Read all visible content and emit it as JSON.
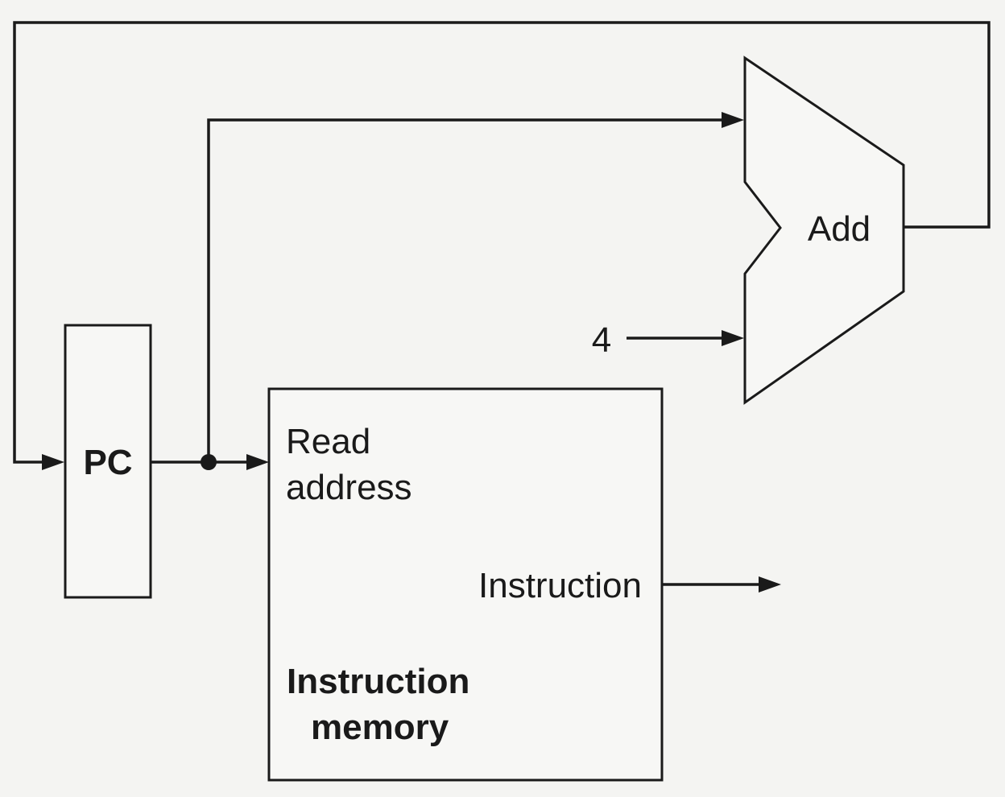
{
  "pc": {
    "label": "PC"
  },
  "adder": {
    "label": "Add",
    "constant_input": "4"
  },
  "instruction_memory": {
    "read_address_line1": "Read",
    "read_address_line2": "address",
    "output_label": "Instruction",
    "title_line1": "Instruction",
    "title_line2": "memory"
  }
}
